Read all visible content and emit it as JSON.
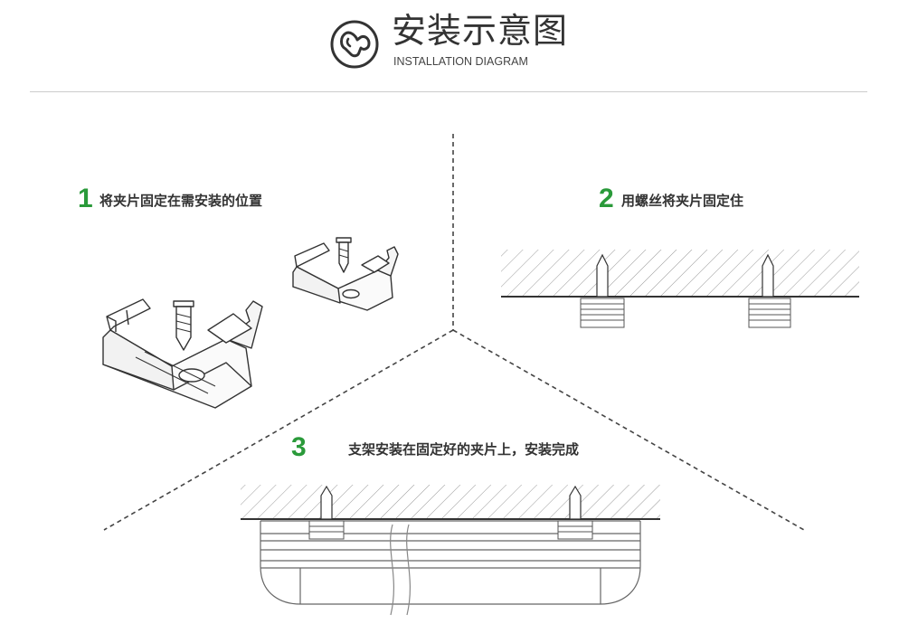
{
  "header": {
    "title_cn": "安装示意图",
    "title_en": "INSTALLATION DIAGRAM",
    "logo_icon": "wrench-circle-icon"
  },
  "steps": [
    {
      "number": "1",
      "text": "将夹片固定在需安装的位置"
    },
    {
      "number": "2",
      "text": "用螺丝将夹片固定住"
    },
    {
      "number": "3",
      "text": "支架安装在固定好的夹片上，安装完成"
    }
  ],
  "colors": {
    "accent": "#2a9a3a",
    "line": "#444444",
    "divider": "#cccccc"
  }
}
